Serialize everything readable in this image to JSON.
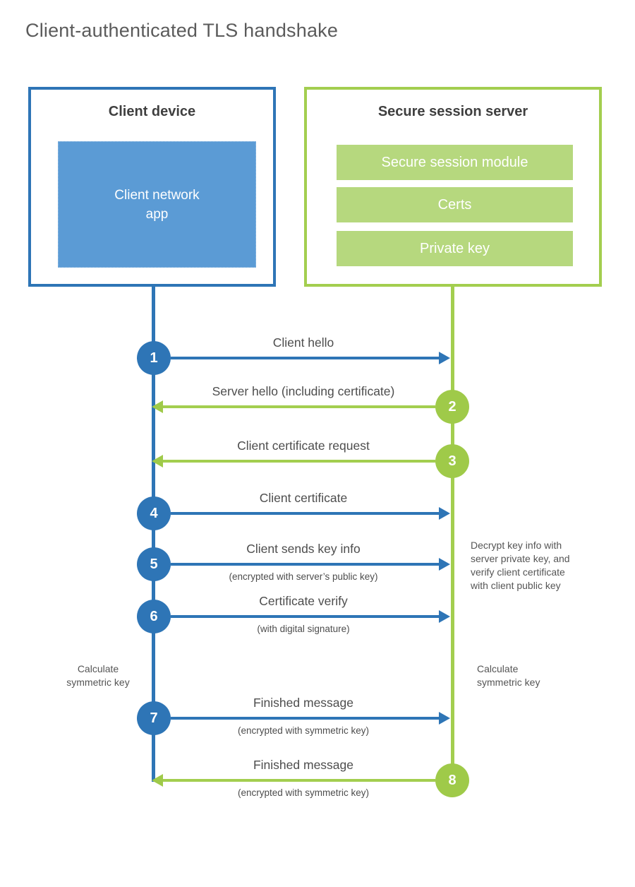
{
  "title": "Client-authenticated TLS handshake",
  "colors": {
    "blue_accent": "#2e75b6",
    "blue_fill": "#5b9bd5",
    "green_accent": "#a3ce4f",
    "green_fill": "#b6d87e",
    "text_dark": "#3f3f3f",
    "text_label": "#4d4d4d"
  },
  "client_box": {
    "title": "Client device",
    "app_label": "Client network\napp"
  },
  "server_box": {
    "title": "Secure session server",
    "modules": [
      "Secure session module",
      "Certs",
      "Private key"
    ]
  },
  "steps": [
    {
      "num": "1",
      "label": "Client hello",
      "sublabel": "",
      "direction": "right"
    },
    {
      "num": "2",
      "label": "Server hello (including certificate)",
      "sublabel": "",
      "direction": "left"
    },
    {
      "num": "3",
      "label": "Client certificate request",
      "sublabel": "",
      "direction": "left"
    },
    {
      "num": "4",
      "label": "Client certificate",
      "sublabel": "",
      "direction": "right"
    },
    {
      "num": "5",
      "label": "Client sends key info",
      "sublabel": "(encrypted with server’s public key)",
      "direction": "right"
    },
    {
      "num": "6",
      "label": "Certificate verify",
      "sublabel": "(with digital signature)",
      "direction": "right"
    },
    {
      "num": "7",
      "label": "Finished message",
      "sublabel": "(encrypted with symmetric key)",
      "direction": "right"
    },
    {
      "num": "8",
      "label": "Finished message",
      "sublabel": "(encrypted with symmetric key)",
      "direction": "left"
    }
  ],
  "notes": {
    "decrypt_note": "Decrypt key info with\nserver private key, and\nverify client certificate\nwith client public key",
    "calc_left": "Calculate\nsymmetric key",
    "calc_right": "Calculate\nsymmetric key"
  }
}
